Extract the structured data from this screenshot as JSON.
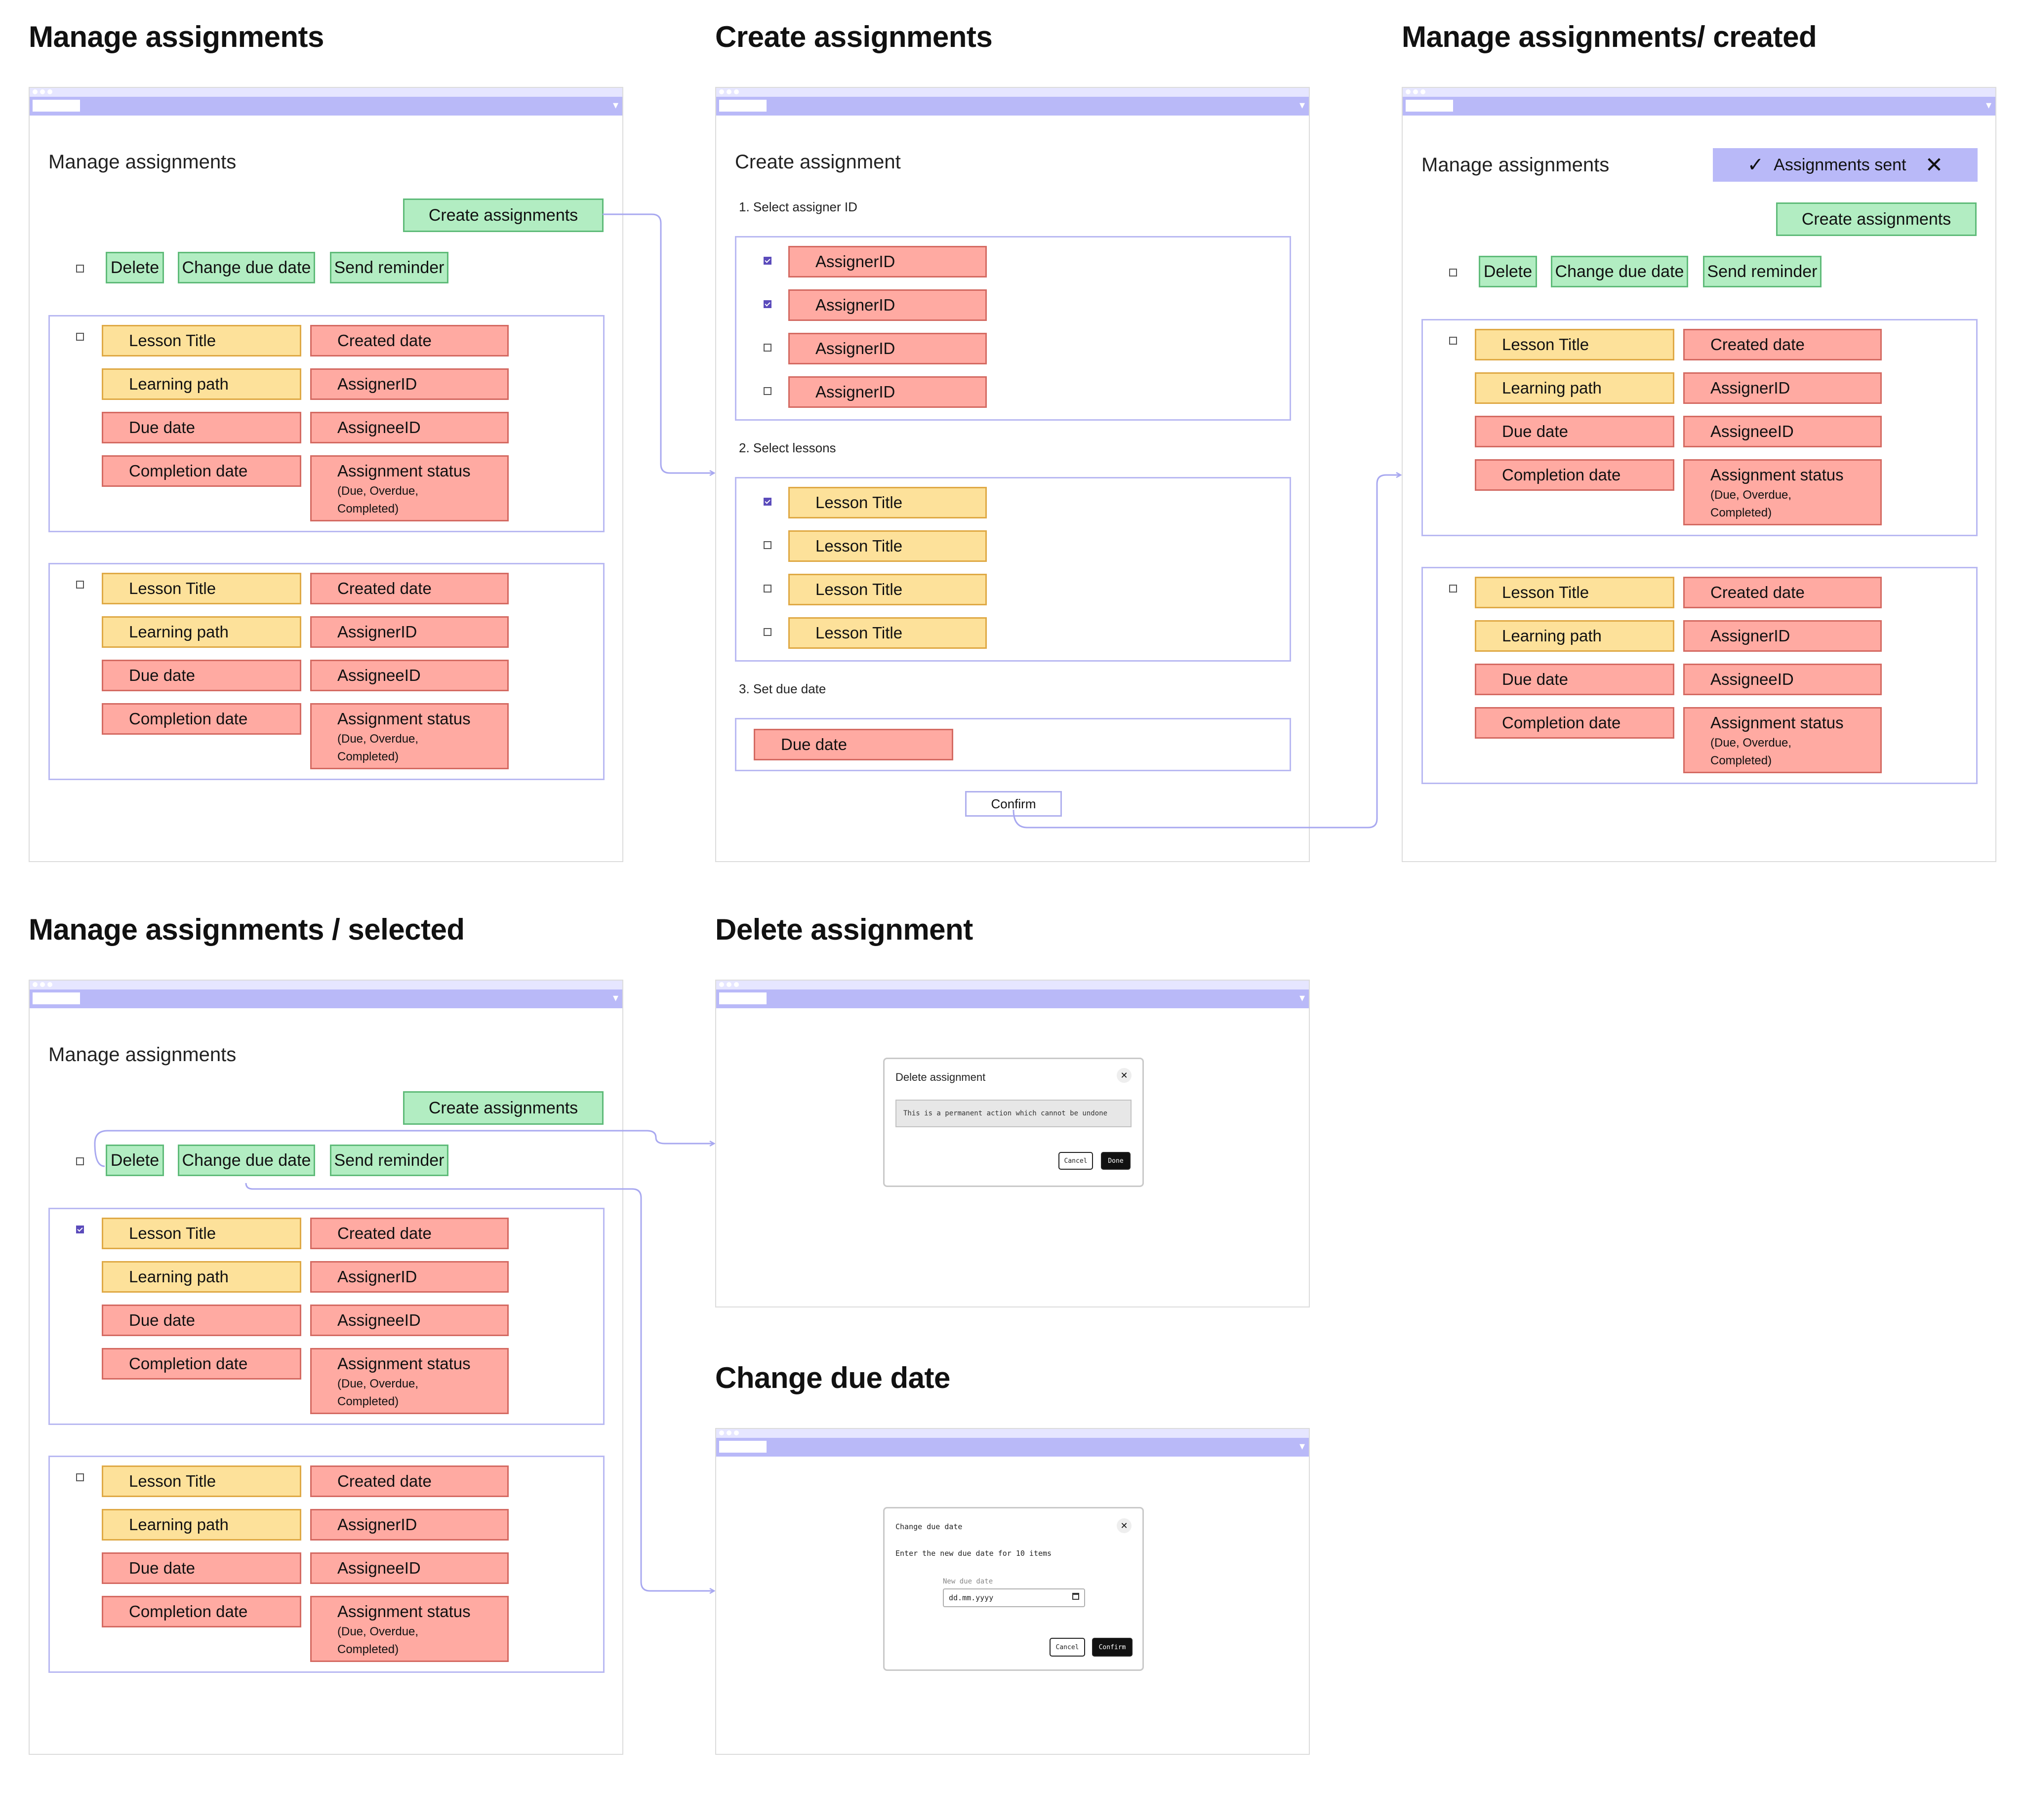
{
  "titles": {
    "manage": "Manage assignments",
    "create": "Create assignments",
    "created": "Manage assignments/ created",
    "selected": "Manage assignments / selected",
    "delete": "Delete assignment",
    "change": "Change due date"
  },
  "manage_screen": {
    "title": "Manage assignments",
    "create_btn": "Create assignments",
    "delete_btn": "Delete",
    "change_btn": "Change due date",
    "reminder_btn": "Send reminder"
  },
  "card": {
    "lesson_title": "Lesson Title",
    "created_date": "Created date",
    "learning_path": "Learning path",
    "assigner_id": "AssignerID",
    "due_date": "Due date",
    "assignee_id": "AssigneeID",
    "completion_date": "Completion date",
    "status": "Assignment status",
    "status_sub": "(Due, Overdue, Completed)"
  },
  "create_screen": {
    "title": "Create assignment",
    "step1": "1. Select assigner ID",
    "step2": "2. Select lessons",
    "step3": "3. Set due date",
    "assigner": "AssignerID",
    "lesson": "Lesson Title",
    "due": "Due date",
    "confirm": "Confirm"
  },
  "created_screen": {
    "toast": "Assignments sent"
  },
  "delete_dialog": {
    "title": "Delete assignment",
    "note": "This is a permanent action which cannot be undone",
    "cancel": "Cancel",
    "done": "Done"
  },
  "change_dialog": {
    "title": "Change due date",
    "text": "Enter the new due date for 10 items",
    "label": "New due date",
    "input": "dd.mm.yyyy",
    "cancel": "Cancel",
    "confirm": "Confirm"
  },
  "colors": {
    "frame_bar": "#b9b9f8",
    "lesson_fill": "#fde19a",
    "field_fill": "#ffaaa2",
    "action_fill": "#b2edc2",
    "card_border": "#b9b9f2",
    "checkbox_on": "#5b4bbb"
  },
  "icons": [
    "check-icon",
    "close-icon",
    "calendar-icon",
    "chevron-down-icon"
  ]
}
